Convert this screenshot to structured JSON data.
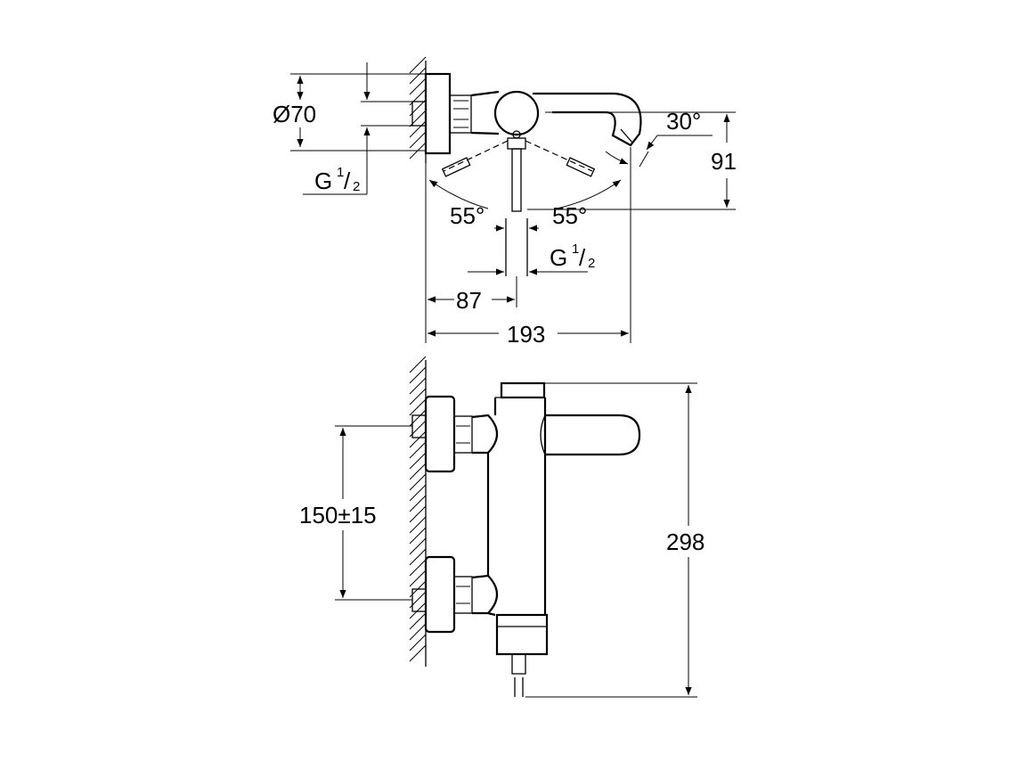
{
  "top_view": {
    "diameter": "Ø70",
    "thread_wall": {
      "base": "G",
      "num": "1",
      "den": "2"
    },
    "angle_left": "55°",
    "angle_right": "55°",
    "angle_spout": "30°",
    "height": "91",
    "thread_outlet": {
      "base": "G",
      "num": "1",
      "den": "2"
    },
    "dim_87": "87",
    "dim_193": "193"
  },
  "front_view": {
    "inlet_spacing": "150±15",
    "height": "298"
  }
}
